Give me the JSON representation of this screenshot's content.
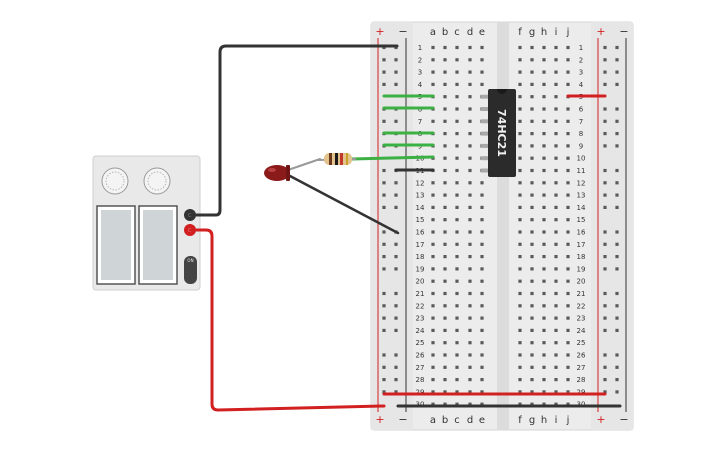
{
  "breadboard": {
    "columns_left": [
      "a",
      "b",
      "c",
      "d",
      "e"
    ],
    "columns_right": [
      "f",
      "g",
      "h",
      "i",
      "j"
    ],
    "row_numbers": [
      "1",
      "2",
      "3",
      "4",
      "5",
      "6",
      "7",
      "8",
      "9",
      "10",
      "11",
      "12",
      "13",
      "14",
      "15",
      "16",
      "17",
      "18",
      "19",
      "20",
      "21",
      "22",
      "23",
      "24",
      "25",
      "26",
      "27",
      "28",
      "29",
      "30"
    ],
    "rail_plus": "+",
    "rail_minus": "−"
  },
  "chip": {
    "label": "74HC21",
    "color": "#2b2b2b"
  },
  "power_supply": {
    "button_label": "ON"
  },
  "colors": {
    "wire_black": "#333333",
    "wire_red": "#d21f1f",
    "wire_green": "#3cb043",
    "led_red": "#8b1a1a",
    "rail_red": "#d21f1f",
    "board": "#ececec"
  },
  "icons": [
    "led-icon",
    "resistor-icon",
    "knob-icon",
    "terminal-icon"
  ]
}
